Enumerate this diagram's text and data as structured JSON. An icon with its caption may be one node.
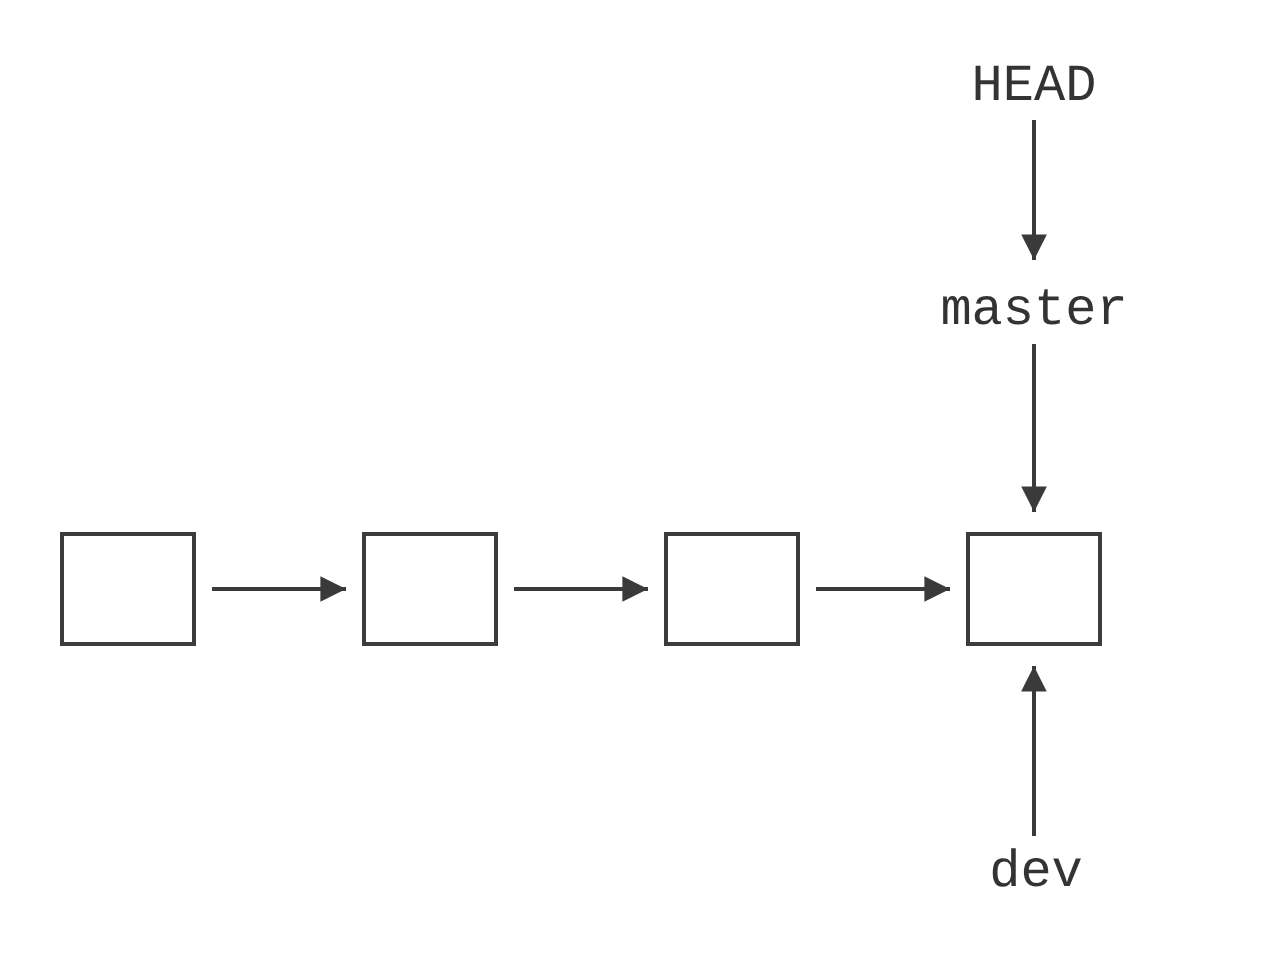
{
  "diagram": {
    "nodes": [
      {
        "text": [
          "HEAD"
        ]
      },
      {
        "text": [
          "master"
        ]
      },
      {
        "text": [],
        "shape": "box"
      },
      {
        "text": [],
        "shape": "box"
      },
      {
        "text": [],
        "shape": "box"
      },
      {
        "text": [],
        "shape": "box"
      },
      {
        "text": [
          "dev"
        ]
      }
    ],
    "edges": [
      {
        "from": 0,
        "to": 1,
        "arrow": "to"
      },
      {
        "from": 1,
        "to": 5,
        "arrow": "to"
      },
      {
        "from": 2,
        "to": 3,
        "arrow": "to"
      },
      {
        "from": 3,
        "to": 4,
        "arrow": "to"
      },
      {
        "from": 4,
        "to": 5,
        "arrow": "to"
      },
      {
        "from": 6,
        "to": 5,
        "arrow": "to"
      }
    ]
  }
}
